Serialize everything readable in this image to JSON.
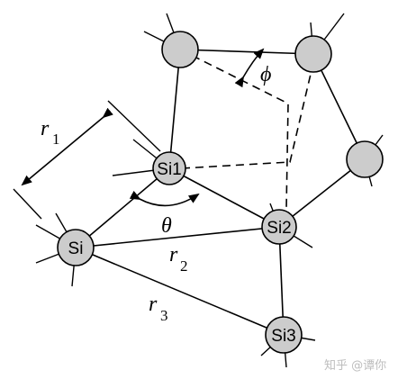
{
  "atoms": {
    "si": "Si",
    "si1": "Si1",
    "si2": "Si2",
    "si3": "Si3"
  },
  "symbols": {
    "r1": "r",
    "r1_sub": "1",
    "r2": "r",
    "r2_sub": "2",
    "r3": "r",
    "r3_sub": "3",
    "theta": "θ",
    "phi": "ϕ"
  },
  "watermark": "知乎 @谭你",
  "colors": {
    "atom_fill": "#cccccc",
    "line": "#000000"
  }
}
